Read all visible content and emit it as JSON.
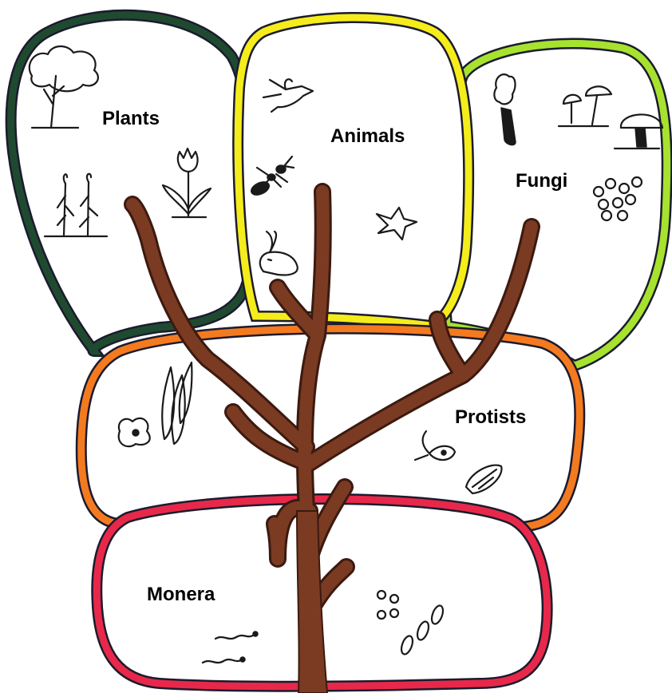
{
  "kingdoms": {
    "plants": {
      "label": "Plants",
      "color": "#1f4a30"
    },
    "animals": {
      "label": "Animals",
      "color": "#f5ec1b"
    },
    "fungi": {
      "label": "Fungi",
      "color": "#a6e22e"
    },
    "protists": {
      "label": "Protists",
      "color": "#f47a20"
    },
    "monera": {
      "label": "Monera",
      "color": "#e8284a"
    }
  },
  "tree": {
    "color": "#7a3b22",
    "outline": "#3b1a10"
  },
  "outline_color": "#1b1b2e",
  "icons": {
    "plants": [
      "tree-icon",
      "grass-icon",
      "tulip-icon"
    ],
    "animals": [
      "bird-icon",
      "ant-icon",
      "rabbit-icon",
      "starfish-icon"
    ],
    "fungi": [
      "mold-icon",
      "mushroom-icon",
      "large-mushroom-icon",
      "yeast-cluster-icon"
    ],
    "protists": [
      "amoeba-icon",
      "diatom-icon",
      "euglena-icon",
      "paramecium-icon"
    ],
    "monera": [
      "spirillum-icon",
      "coccus-icon",
      "bacillus-icon"
    ]
  }
}
